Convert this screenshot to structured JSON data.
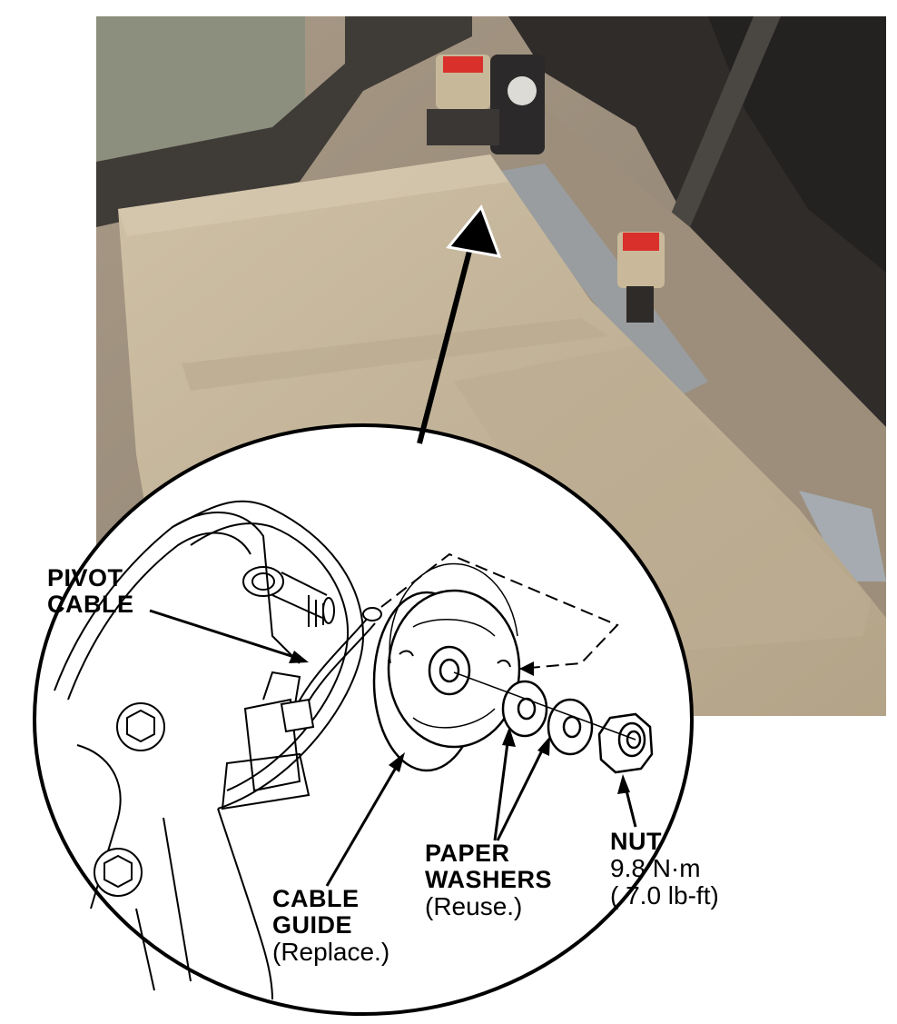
{
  "labels": {
    "pivot_cable": {
      "line1": "PIVOT",
      "line2": "CABLE"
    },
    "cable_guide": {
      "line1": "CABLE",
      "line2": "GUIDE",
      "note": "(Replace.)"
    },
    "paper_washers": {
      "line1": "PAPER",
      "line2": "WASHERS",
      "note": "(Reuse.)"
    },
    "nut": {
      "title": "NUT",
      "torque_metric": "9.8 N·m",
      "torque_imperial": "( 7.0 lb-ft)"
    }
  },
  "colors": {
    "seat_fabric": "#c3b49a",
    "carpet": "#9b8d7c",
    "trim_dark": "#3c3936",
    "belt_red": "#d9302b",
    "line": "#000000"
  }
}
